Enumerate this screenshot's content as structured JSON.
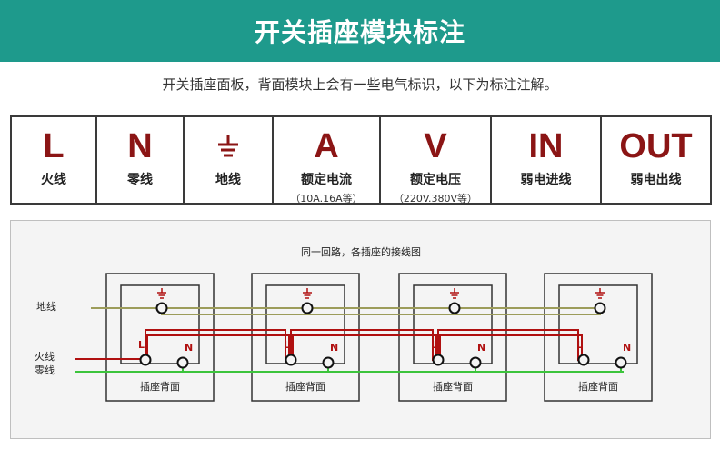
{
  "header": {
    "title": "开关插座模块标注"
  },
  "intro": "开关插座面板，背面模块上会有一些电气标识，以下为标注注解。",
  "legend": [
    {
      "symbol": "L",
      "label": "火线",
      "sub": ""
    },
    {
      "symbol": "N",
      "label": "零线",
      "sub": ""
    },
    {
      "symbol": "ground-symbol-icon",
      "label": "地线",
      "sub": ""
    },
    {
      "symbol": "A",
      "label": "额定电流",
      "sub": "（10A.16A等）"
    },
    {
      "symbol": "V",
      "label": "额定电压",
      "sub": "（220V.380V等）"
    },
    {
      "symbol": "IN",
      "label": "弱电进线",
      "sub": ""
    },
    {
      "symbol": "OUT",
      "label": "弱电出线",
      "sub": ""
    }
  ],
  "diagram": {
    "title": "同一回路，各插座的接线图",
    "wire_labels": {
      "earth": "地线",
      "live": "火线",
      "neutral": "零线"
    },
    "terminal_live": "L",
    "terminal_neutral": "N",
    "socket_caption": "插座背面",
    "socket_count": 4
  },
  "colors": {
    "banner": "#1e9a8c",
    "symbol": "#8b1515",
    "earth_wire": "#9c9c5a",
    "live_wire": "#b01010",
    "neutral_wire": "#3cc43c"
  }
}
